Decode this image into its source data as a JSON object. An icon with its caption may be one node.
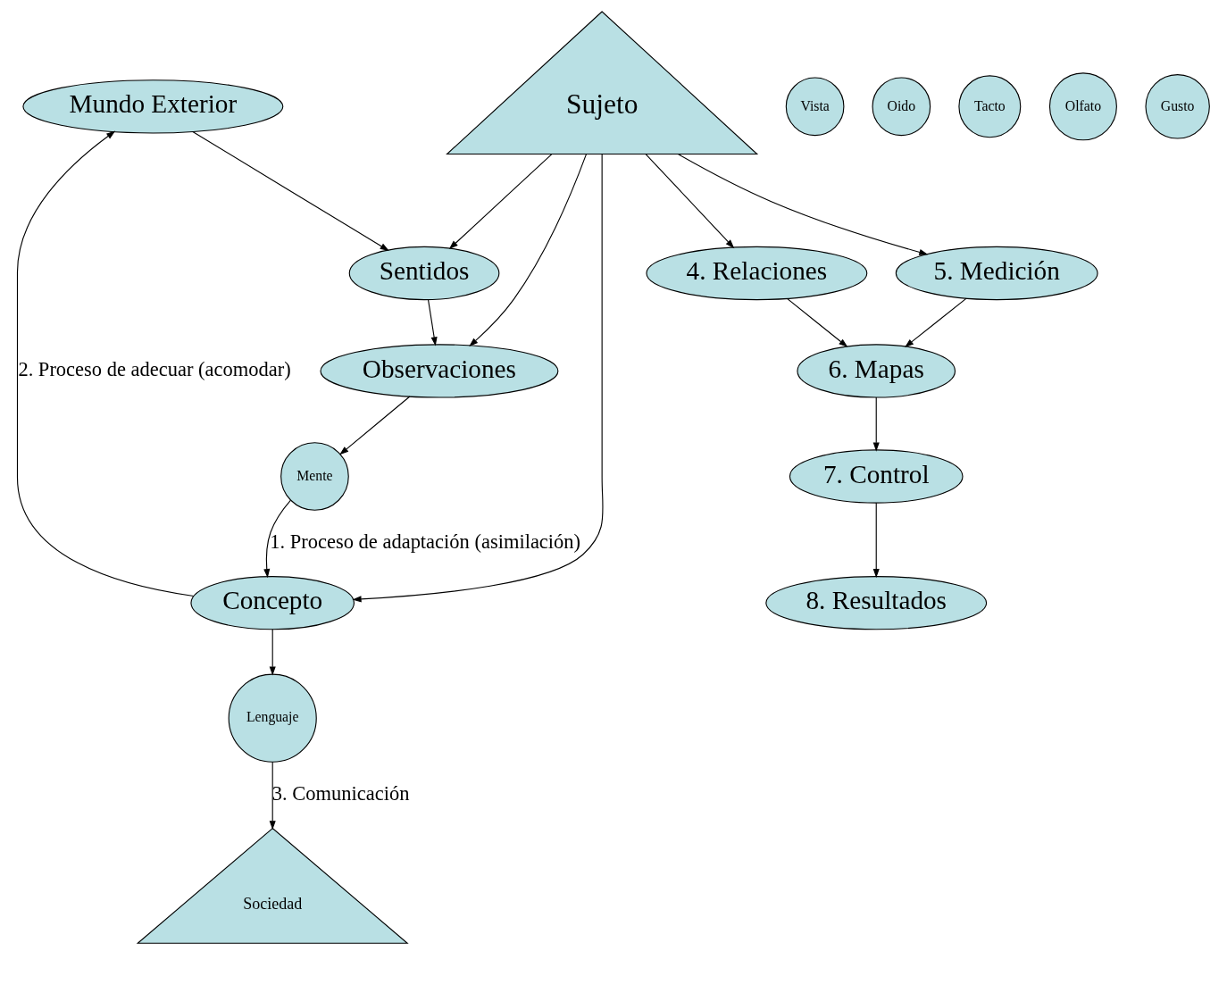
{
  "diagram": {
    "nodes": [
      {
        "text": [
          "Mundo Exterior"
        ]
      },
      {
        "text": [
          "Sentidos"
        ]
      },
      {
        "text": [
          "Vista"
        ]
      },
      {
        "text": [
          "Oido"
        ]
      },
      {
        "text": [
          "Tacto"
        ]
      },
      {
        "text": [
          "Olfato"
        ]
      },
      {
        "text": [
          "Gusto"
        ]
      },
      {
        "text": [
          "Sujeto"
        ]
      },
      {
        "text": [
          "Sociedad"
        ]
      },
      {
        "text": [
          "Lenguaje"
        ]
      },
      {
        "text": [
          "Concepto"
        ]
      },
      {
        "text": [
          "Observaciones"
        ]
      },
      {
        "text": [
          "Mente"
        ]
      },
      {
        "text": [
          "4. Relaciones"
        ]
      },
      {
        "text": [
          "5. Medición"
        ]
      },
      {
        "text": [
          "6. Mapas"
        ]
      },
      {
        "text": [
          "7. Control"
        ]
      },
      {
        "text": [
          "8. Resultados"
        ]
      }
    ],
    "edges": [
      {
        "from": 10,
        "to": 0,
        "arrow": "to",
        "label": "2. Proceso de adecuar (acomodar)"
      },
      {
        "from": 0,
        "to": 1,
        "arrow": "to"
      },
      {
        "from": 7,
        "to": 1,
        "arrow": "to"
      },
      {
        "from": 7,
        "to": 10,
        "arrow": "to"
      },
      {
        "from": 7,
        "to": 11,
        "arrow": "to"
      },
      {
        "from": 7,
        "to": 13,
        "arrow": "to"
      },
      {
        "from": 7,
        "to": 14,
        "arrow": "to"
      },
      {
        "from": 1,
        "to": 11,
        "arrow": "to"
      },
      {
        "from": 11,
        "to": 12,
        "arrow": "to"
      },
      {
        "from": 12,
        "to": 10,
        "arrow": "to",
        "label": "1. Proceso de adaptación (asimilación)"
      },
      {
        "from": 10,
        "to": 9,
        "arrow": "to"
      },
      {
        "from": 9,
        "to": 8,
        "arrow": "to",
        "label": "3. Comunicación"
      },
      {
        "from": 13,
        "to": 15,
        "arrow": "to"
      },
      {
        "from": 14,
        "to": 15,
        "arrow": "to"
      },
      {
        "from": 15,
        "to": 16,
        "arrow": "to"
      },
      {
        "from": 16,
        "to": 17,
        "arrow": "to"
      }
    ]
  }
}
